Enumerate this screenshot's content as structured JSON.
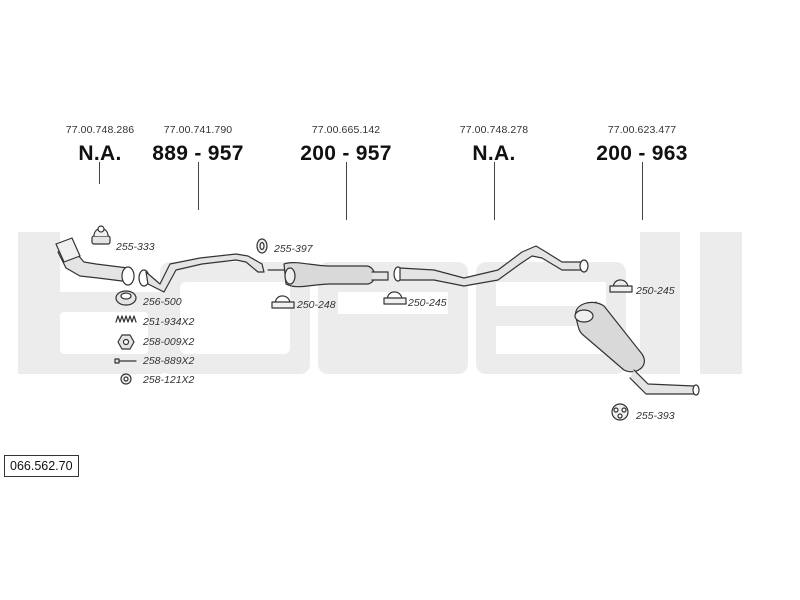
{
  "columns": [
    {
      "oem": "77.00.748.286",
      "number": "N.A."
    },
    {
      "oem": "77.00.741.790",
      "number": "889 - 957"
    },
    {
      "oem": "77.00.665.142",
      "number": "200 - 957"
    },
    {
      "oem": "77.00.748.278",
      "number": "N.A."
    },
    {
      "oem": "77.00.623.477",
      "number": "200 - 963"
    }
  ],
  "callouts": {
    "c1": "255-333",
    "c2": "255-397",
    "c3": "256-500",
    "c4": "251-934X2",
    "c5": "258-009X2",
    "c6": "258-889X2",
    "c7": "258-121X2",
    "c8": "250-248",
    "c9": "250-245",
    "c10": "250-245",
    "c11": "255-393"
  },
  "reference": "066.562.70",
  "colors": {
    "watermark": "#ececec",
    "line": "#333333",
    "part_fill": "#d9d9d9"
  }
}
